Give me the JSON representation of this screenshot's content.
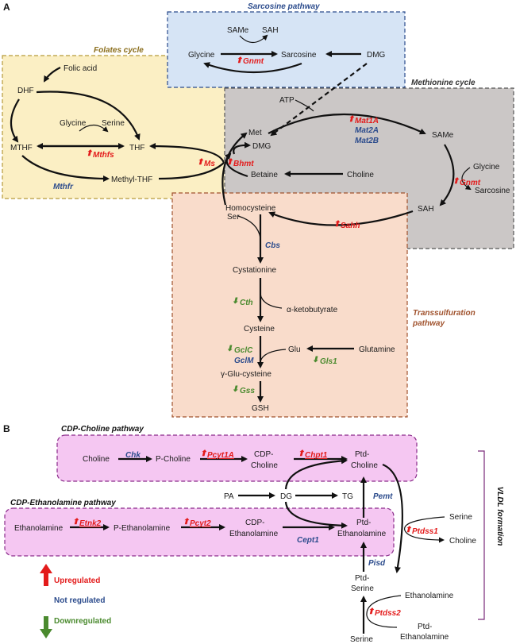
{
  "panels": {
    "a": "A",
    "b": "B"
  },
  "headers": {
    "sarcosine": "Sarcosine pathway",
    "folates": "Folates cycle",
    "methionine": "Methionine cycle",
    "transsulf_1": "Transsulfuration",
    "transsulf_2": "pathway",
    "cdp_choline": "CDP-Choline pathway",
    "cdp_ethanolamine": "CDP-Ethanolamine pathway",
    "vldl": "VLDL formation"
  },
  "metabolites": {
    "same_top": "SAMe",
    "sah_top": "SAH",
    "glycine_top": "Glycine",
    "sarcosine_top": "Sarcosine",
    "dmg_top": "DMG",
    "folic_acid": "Folic acid",
    "dhf": "DHF",
    "glycine_f": "Glycine",
    "serine_f": "Serine",
    "mthf": "MTHF",
    "thf": "THF",
    "methyl_thf": "Methyl-THF",
    "atp": "ATP",
    "met": "Met",
    "dmg_m": "DMG",
    "same_m": "SAMe",
    "glycine_m": "Glycine",
    "sarcosine_m": "Sarcosine",
    "betaine": "Betaine",
    "choline_m": "Choline",
    "sah_m": "SAH",
    "homocysteine": "Homocysteine",
    "ser": "Ser",
    "cystationine": "Cystationine",
    "ketobutyrate": "α-ketobutyrate",
    "cysteine": "Cysteine",
    "glu": "Glu",
    "glutamine": "Glutamine",
    "gglu_cysteine": "γ-Glu-cysteine",
    "gsh": "GSH",
    "choline_b": "Choline",
    "p_choline": "P-Choline",
    "cdp_choline_1": "CDP-",
    "cdp_choline_2": "Choline",
    "ptd_choline_1": "Ptd-",
    "ptd_choline_2": "Choline",
    "pa": "PA",
    "dg": "DG",
    "tg": "TG",
    "ethanolamine": "Ethanolamine",
    "p_ethanolamine": "P-Ethanolamine",
    "cdp_eth_1": "CDP-",
    "cdp_eth_2": "Ethanolamine",
    "ptd_eth_1": "Ptd-",
    "ptd_eth_2": "Ethanolamine",
    "serine_b": "Serine",
    "choline_b2": "Choline",
    "ptd_serine_1": "Ptd-",
    "ptd_serine_2": "Serine",
    "ethanolamine_b2": "Ethanolamine",
    "ptd_eth2_1": "Ptd-",
    "ptd_eth2_2": "Ethanolamine",
    "serine_bottom": "Serine"
  },
  "enzymes": {
    "gnmt_top": "Gnmt",
    "mthfs": "Mthfs",
    "mthfr": "Mthfr",
    "ms": "Ms",
    "bhmt": "Bhmt",
    "mat1a": "Mat1A",
    "mat2a": "Mat2A",
    "mat2b": "Mat2B",
    "gnmt_m": "Gnmt",
    "sahh": "Sahh",
    "cbs": "Cbs",
    "cth": "Cth",
    "gclc": "GclC",
    "gclm": "GclM",
    "gls1": "Gls1",
    "gss": "Gss",
    "chk": "Chk",
    "pcyt1a": "Pcyt1A",
    "chpt1": "Chpt1",
    "pemt": "Pemt",
    "etnk2": "Etnk2",
    "pcyt2": "Pcyt2",
    "cept1": "Cept1",
    "ptdss1": "Ptdss1",
    "pisd": "Pisd",
    "ptdss2": "Ptdss2"
  },
  "legend": {
    "up": "Upregulated",
    "not": "Not regulated",
    "down": "Downregulated"
  },
  "colors": {
    "up": "#e31b1b",
    "not": "#2b4b8c",
    "down": "#4a8a2e",
    "sarcosine_fill": "#d6e4f5",
    "folates_fill": "#fbefc4",
    "methionine_fill": "#cbc7c6",
    "transsulf_fill": "#f9dccb",
    "cdp_fill": "#f5c7f2"
  }
}
